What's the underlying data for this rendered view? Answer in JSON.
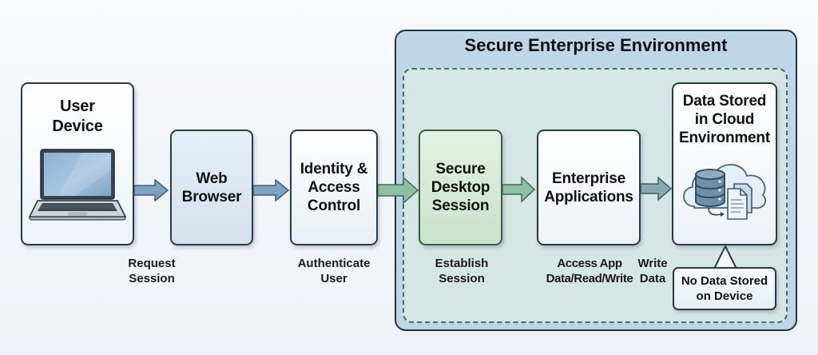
{
  "environment": {
    "title": "Secure Enterprise Environment"
  },
  "nodes": [
    {
      "id": "user-device",
      "title": "User\nDevice",
      "icon": "laptop-icon"
    },
    {
      "id": "web-browser",
      "title": "Web\nBrowser"
    },
    {
      "id": "identity-access-control",
      "title": "Identity &\nAccess\nControl"
    },
    {
      "id": "secure-desktop-session",
      "title": "Secure\nDesktop\nSession"
    },
    {
      "id": "enterprise-applications",
      "title": "Enterprise\nApplications"
    },
    {
      "id": "cloud-data",
      "title": "Data Stored\nin Cloud\nEnvironment",
      "icon": "cloud-database-icon"
    }
  ],
  "edges": [
    {
      "from": "user-device",
      "to": "web-browser",
      "label": "Request\nSession"
    },
    {
      "from": "web-browser",
      "to": "identity-access-control",
      "label": ""
    },
    {
      "from": "identity-access-control",
      "to": "secure-desktop-session",
      "label": "Authenticate\nUser"
    },
    {
      "from": "secure-desktop-session",
      "to": "enterprise-applications",
      "label": "Establish\nSession"
    },
    {
      "from": "enterprise-applications",
      "to": "cloud-data",
      "label": "Write\nData"
    }
  ],
  "extra_labels": {
    "enterprise_apps_caption": "Access App\nData/Read/Write"
  },
  "callout": {
    "text": "No Data Stored\non Device"
  },
  "colors": {
    "outer_env": "#bfd6e8",
    "inner_env": "#d5e7e4",
    "blue_arrow": "#7fa2c0",
    "green_arrow": "#8cc0a0",
    "session_node": "#d6ecd8",
    "border": "#2b3a48"
  }
}
